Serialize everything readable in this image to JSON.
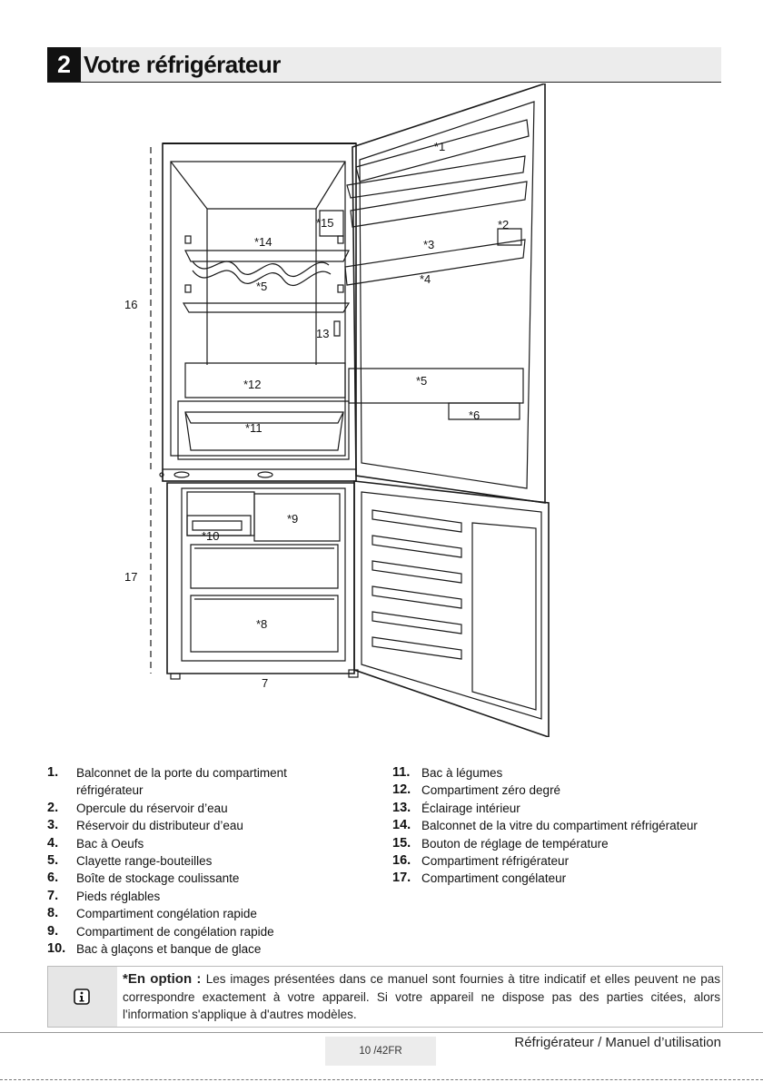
{
  "header": {
    "section_number": "2",
    "title": "Votre réfrigérateur"
  },
  "diagram": {
    "callouts": {
      "c1": "*1",
      "c2": "*2",
      "c3": "*3",
      "c4": "*4",
      "c5a": "*5",
      "c5b": "*5",
      "c6": "*6",
      "c7": "7",
      "c8": "*8",
      "c9": "*9",
      "c10": "*10",
      "c11": "*11",
      "c12": "*12",
      "c13": "13",
      "c14": "*14",
      "c15": "*15",
      "c16": "16",
      "c17": "17"
    }
  },
  "legend_left": [
    {
      "num": "1.",
      "text": "Balconnet de la porte du compartiment réfrigérateur"
    },
    {
      "num": "2.",
      "text": "Opercule du réservoir d’eau"
    },
    {
      "num": "3.",
      "text": "Réservoir du distributeur d’eau"
    },
    {
      "num": "4.",
      "text": "Bac à Oeufs"
    },
    {
      "num": "5.",
      "text": "Clayette range-bouteilles"
    },
    {
      "num": "6.",
      "text": "Boîte de stockage coulissante"
    },
    {
      "num": "7.",
      "text": "Pieds réglables"
    },
    {
      "num": "8.",
      "text": "Compartiment congélation rapide"
    },
    {
      "num": "9.",
      "text": "Compartiment de congélation rapide"
    },
    {
      "num": "10.",
      "text": "Bac à glaçons et banque de glace"
    }
  ],
  "legend_right": [
    {
      "num": "11.",
      "text": "Bac à légumes"
    },
    {
      "num": "12.",
      "text": "Compartiment zéro degré"
    },
    {
      "num": "13.",
      "text": "Éclairage intérieur"
    },
    {
      "num": "14.",
      "text": "Balconnet de la vitre du compartiment réfrigérateur"
    },
    {
      "num": "15.",
      "text": "Bouton de réglage de température"
    },
    {
      "num": "16.",
      "text": "Compartiment réfrigérateur"
    },
    {
      "num": "17.",
      "text": "Compartiment congélateur"
    }
  ],
  "note": {
    "icon": "info-icon",
    "bold": "*En option : ",
    "text": "Les images présentées dans ce manuel sont fournies à titre indicatif et elles peuvent ne pas correspondre exactement à votre appareil. Si votre appareil ne dispose pas des parties citées, alors l'information s'applique à d'autres modèles."
  },
  "footer": {
    "page": "10 /42FR",
    "title": "Réfrigérateur / Manuel d’utilisation"
  }
}
